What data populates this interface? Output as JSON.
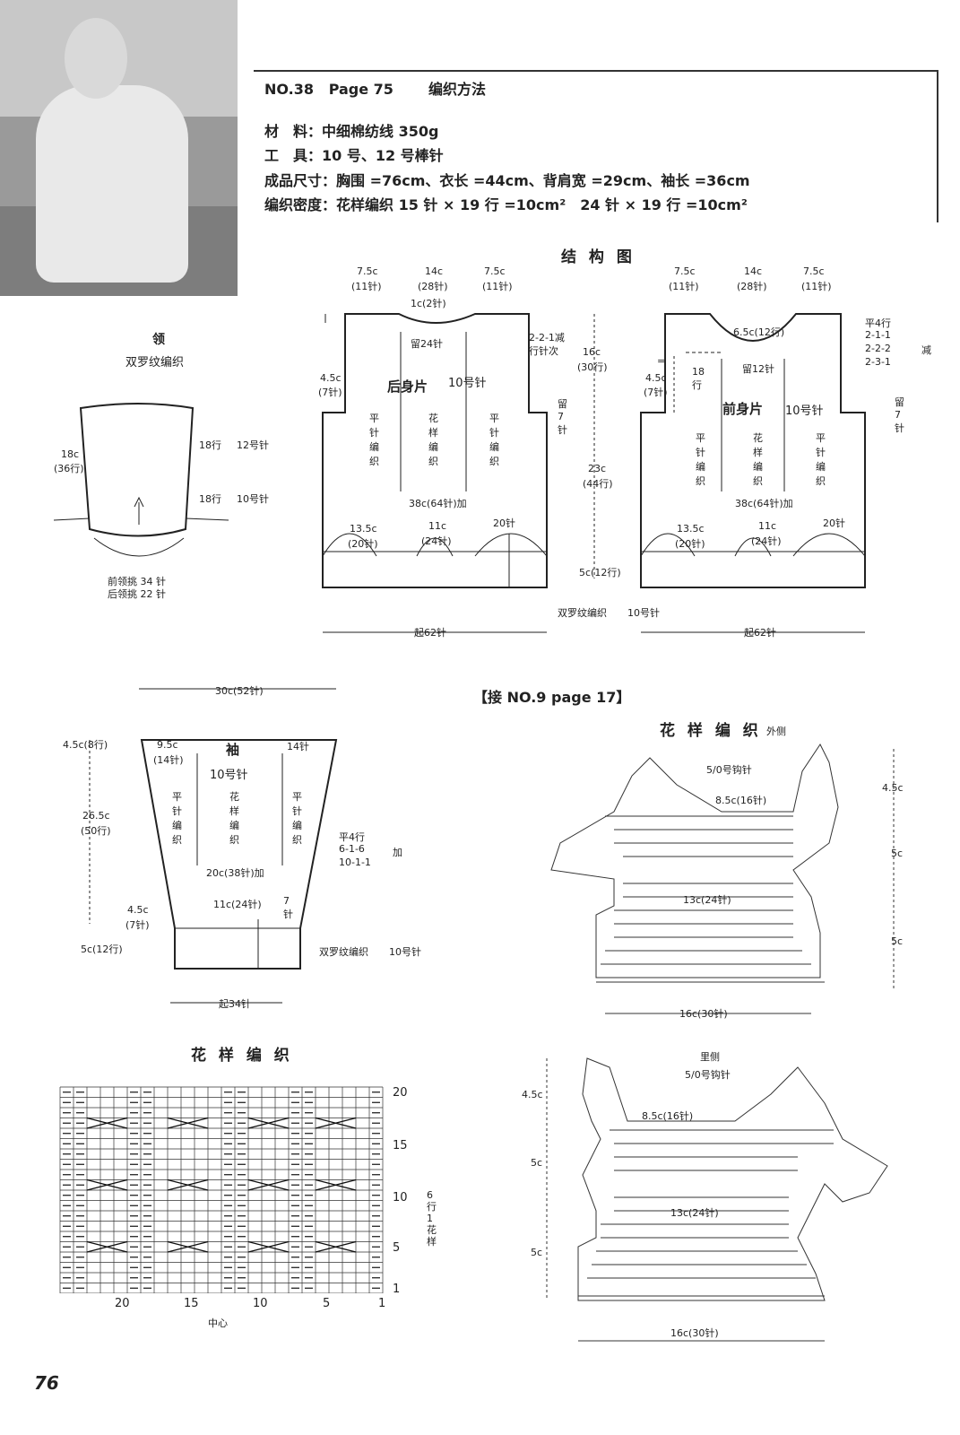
{
  "header": {
    "no": "NO.38",
    "page": "Page 75",
    "method": "编织方法",
    "materials": "材　料：中细棉纺线 350g",
    "tools": "工　具：10 号、12 号棒针",
    "size": "成品尺寸：胸围 =76cm、衣长 =44cm、背肩宽 =29cm、袖长 =36cm",
    "gauge": "编织密度：花样编织 15 针 × 19 行 =10cm²　24 针 × 19 行 =10cm²"
  },
  "structure": {
    "title": "结 构 图"
  },
  "collar": {
    "title": "领",
    "subtitle": "双罗纹编织",
    "left": "18c",
    "left2": "(36行)",
    "top_rows": "18行",
    "top_needle": "12号针",
    "bot_rows": "18行",
    "bot_needle": "10号针",
    "front": "前领挑 34 针",
    "back": "后领挑 22 针"
  },
  "back": {
    "title": "后身片",
    "needle": "10号针",
    "w1": "7.5c",
    "w1s": "(11针)",
    "w2": "14c",
    "w2s": "(28针)",
    "w3": "7.5c",
    "w3s": "(11针)",
    "neck": "1c(2针)",
    "keep": "留24针",
    "dec": "2-2-1减",
    "dec2": "行针次",
    "armhole_h": "4.5c",
    "armhole_s": "(7针)",
    "col_plain": "平针编织",
    "col_pattern": "花样编织",
    "h1": "16c",
    "h1s": "(30行)",
    "stay": "留7针",
    "h2": "23c",
    "h2s": "(44行)",
    "inc": "38c(64针)加",
    "b1": "13.5c",
    "b1s": "(20针)",
    "b2": "11c",
    "b2s": "(24针)",
    "b3": "20针",
    "rib_h": "5c(12行)",
    "cast_on": "起62针"
  },
  "front": {
    "title": "前身片",
    "needle": "10号针",
    "w1": "7.5c",
    "w1s": "(11针)",
    "w2": "14c",
    "w2s": "(28针)",
    "w3": "7.5c",
    "w3s": "(11针)",
    "neck": "6.5c(12行)",
    "keep": "留12针",
    "flat": "平4行",
    "d1": "2-1-1",
    "d2": "2-2-2",
    "d3": "2-3-1",
    "dec": "减",
    "eq": "=",
    "armhole_h": "4.5c",
    "armhole_s": "(7针)",
    "rows18": "18行",
    "stay": "留7针",
    "inc": "38c(64针)加",
    "b1": "13.5c",
    "b1s": "(20针)",
    "b2": "11c",
    "b2s": "(24针)",
    "b3": "20针",
    "rib": "双罗纹编织",
    "rib_needle": "10号针",
    "cast_on": "起62针"
  },
  "sleeve": {
    "title": "袖",
    "needle": "10号针",
    "width": "30c(52针)",
    "top_h": "4.5c(8行)",
    "t1": "9.5c",
    "t1s": "(14针)",
    "t2": "14针",
    "len": "26.5c",
    "lens": "(50行)",
    "flat": "平4行",
    "i1": "6-1-6",
    "i2": "10-1-1",
    "inc": "加",
    "mid": "20c(38针)加",
    "b1": "4.5c",
    "b1s": "(7针)",
    "b2": "11c(24针)",
    "b3": "7针",
    "rib_h": "5c(12行)",
    "rib": "双罗纹编织",
    "rib_needle": "10号针",
    "cast_on": "起34针"
  },
  "chart": {
    "title": "花 样 编 织",
    "rows": [
      "20",
      "15",
      "10",
      "5",
      "1"
    ],
    "cols": [
      "20",
      "15",
      "10",
      "5",
      "1"
    ],
    "center": "中心",
    "repeat": "6行1花样"
  },
  "crochet": {
    "ref": "【接 NO.9 page 17】",
    "title": "花 样 编 织",
    "outer": "外侧",
    "hook": "5/0号钩针",
    "top_w": "8.5c(16针)",
    "mid_w": "13c(24针)",
    "bot_w": "16c(30针)",
    "h1": "4.5c",
    "h2": "5c",
    "h3": "5c",
    "inner": "里侧"
  },
  "footer": {
    "page": "76"
  }
}
